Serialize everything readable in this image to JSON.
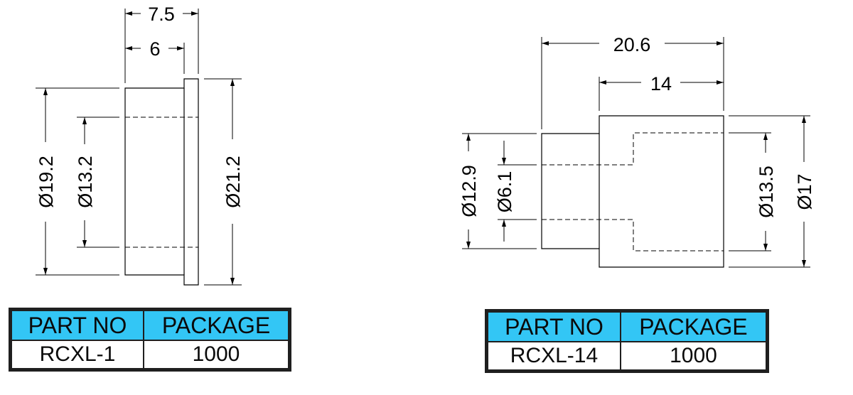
{
  "colors": {
    "header_fill": "#33c6f5",
    "line": "#000000",
    "table_border": "#1f1f1f"
  },
  "left_part": {
    "dims": {
      "overall_length": "7.5",
      "body_length": "6",
      "body_diameter": "Ø19.2",
      "bore_diameter": "Ø13.2",
      "flange_diameter": "Ø21.2"
    },
    "table": {
      "headers": [
        "PART NO",
        "PACKAGE"
      ],
      "row": [
        "RCXL-1",
        "1000"
      ]
    }
  },
  "right_part": {
    "dims": {
      "overall_length": "20.6",
      "large_section_length": "14",
      "small_outer_diameter": "Ø12.9",
      "small_bore_diameter": "Ø6.1",
      "large_bore_diameter": "Ø13.5",
      "large_outer_diameter": "Ø17"
    },
    "table": {
      "headers": [
        "PART NO",
        "PACKAGE"
      ],
      "row": [
        "RCXL-14",
        "1000"
      ]
    }
  }
}
